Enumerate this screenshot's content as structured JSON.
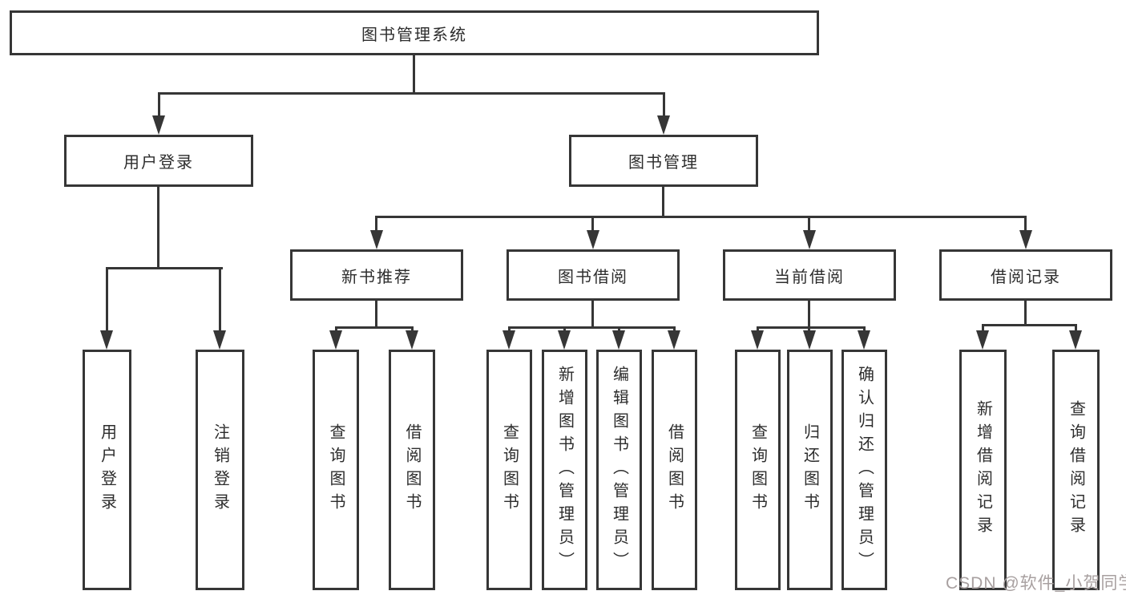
{
  "watermark": {
    "text": "CSDN @软件_小贺同学"
  },
  "colors": {
    "line": "#363636",
    "text": "#2d2d2d",
    "watermark": "#a8a0a0",
    "background": "#ffffff"
  },
  "tree": {
    "label": "图书管理系统",
    "children": [
      {
        "label": "用户登录",
        "children": [
          {
            "label": "用户登录"
          },
          {
            "label": "注销登录"
          }
        ]
      },
      {
        "label": "图书管理",
        "children": [
          {
            "label": "新书推荐",
            "children": [
              {
                "label": "查询图书"
              },
              {
                "label": "借阅图书"
              }
            ]
          },
          {
            "label": "图书借阅",
            "children": [
              {
                "label": "查询图书"
              },
              {
                "label": "新增图书（管理员）"
              },
              {
                "label": "编辑图书（管理员）"
              },
              {
                "label": "借阅图书"
              }
            ]
          },
          {
            "label": "当前借阅",
            "children": [
              {
                "label": "查询图书"
              },
              {
                "label": "归还图书"
              },
              {
                "label": "确认归还（管理员）"
              }
            ]
          },
          {
            "label": "借阅记录",
            "children": [
              {
                "label": "新增借阅记录"
              },
              {
                "label": "查询借阅记录"
              }
            ]
          }
        ]
      }
    ]
  }
}
